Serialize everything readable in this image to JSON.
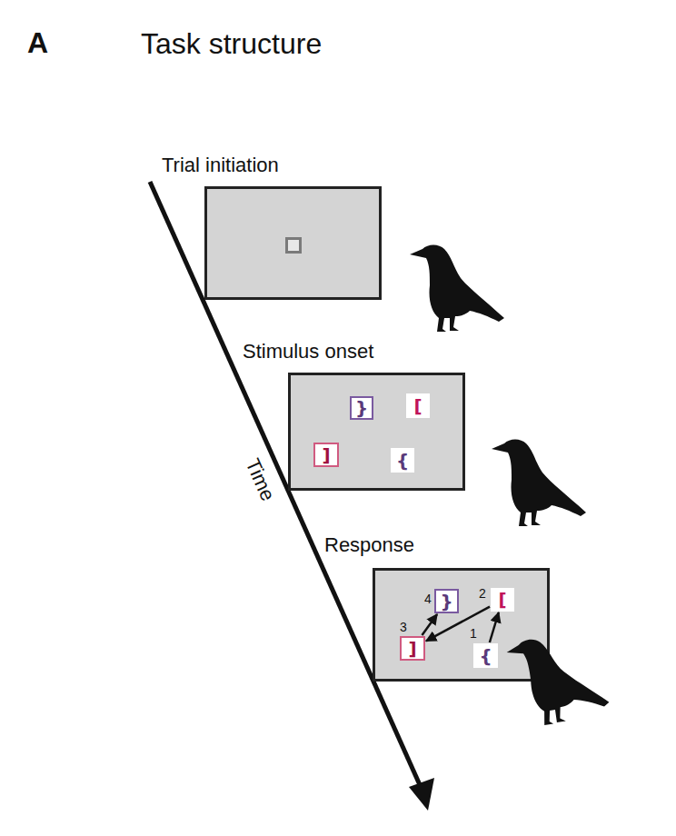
{
  "diagram": {
    "title": "Task structure",
    "nodes": [
      {
        "text": [
          "Trial initiation"
        ]
      },
      {
        "text": [
          "Stimulus onset"
        ]
      },
      {
        "text": [
          "}"
        ],
        "in": 1
      },
      {
        "text": [
          "["
        ],
        "in": 1
      },
      {
        "text": [
          "]"
        ],
        "in": 1
      },
      {
        "text": [
          "{"
        ],
        "in": 1
      },
      {
        "text": [
          "Response"
        ]
      },
      {
        "text": [
          "}"
        ],
        "in": 6
      },
      {
        "text": [
          "["
        ],
        "in": 6
      },
      {
        "text": [
          "]"
        ],
        "in": 6
      },
      {
        "text": [
          "{"
        ],
        "in": 6
      }
    ],
    "edges": [
      {
        "from": 10,
        "to": 8,
        "arrow": "to"
      },
      {
        "from": 8,
        "to": 9,
        "arrow": "to"
      },
      {
        "from": 9,
        "to": 7,
        "arrow": "to"
      }
    ],
    "labels": [
      "A",
      "Time",
      "1",
      "2",
      "3",
      "4"
    ]
  }
}
